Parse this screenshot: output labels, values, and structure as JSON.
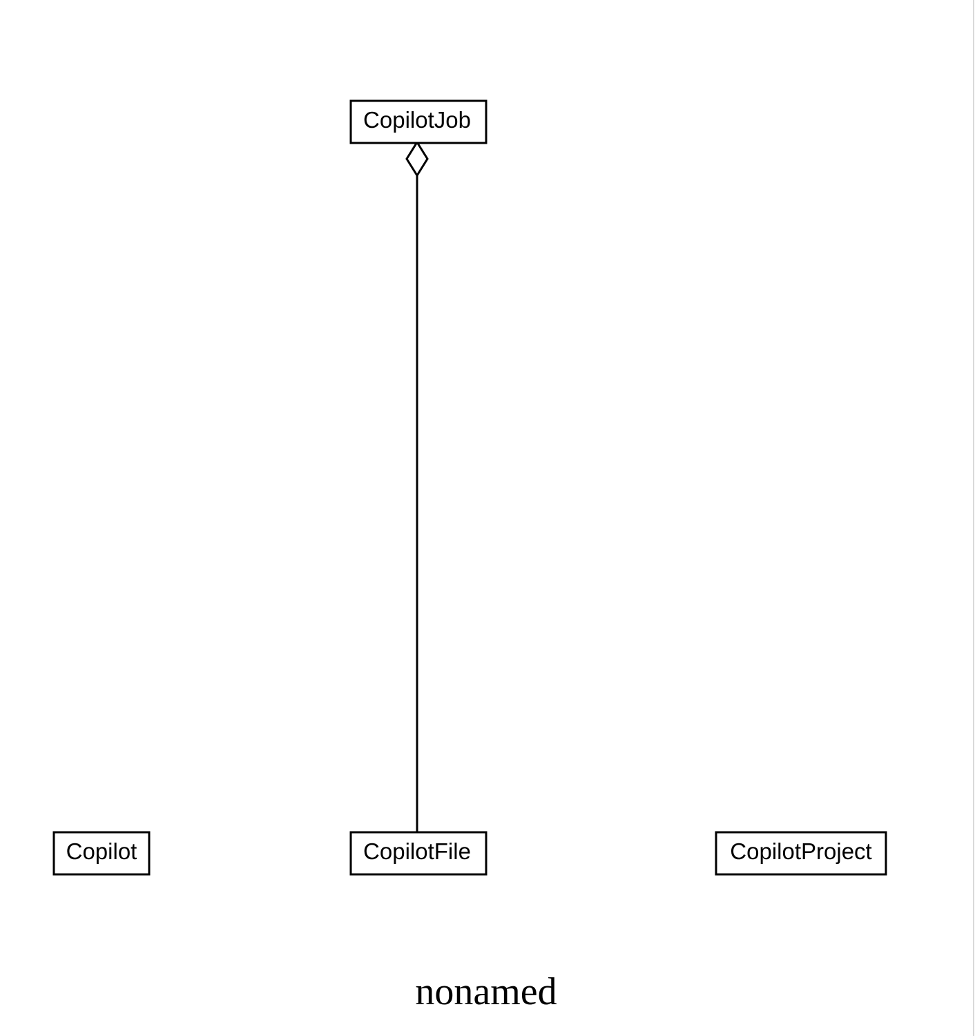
{
  "diagram": {
    "title": "nonamed",
    "stroke_color": "#000000",
    "background": "#ffffff",
    "classes": {
      "copilot_job": {
        "name": "CopilotJob"
      },
      "copilot": {
        "name": "Copilot"
      },
      "copilot_file": {
        "name": "CopilotFile"
      },
      "copilot_project": {
        "name": "CopilotProject"
      }
    },
    "relations": [
      {
        "type": "aggregation",
        "whole": "CopilotJob",
        "part": "CopilotFile"
      }
    ]
  }
}
